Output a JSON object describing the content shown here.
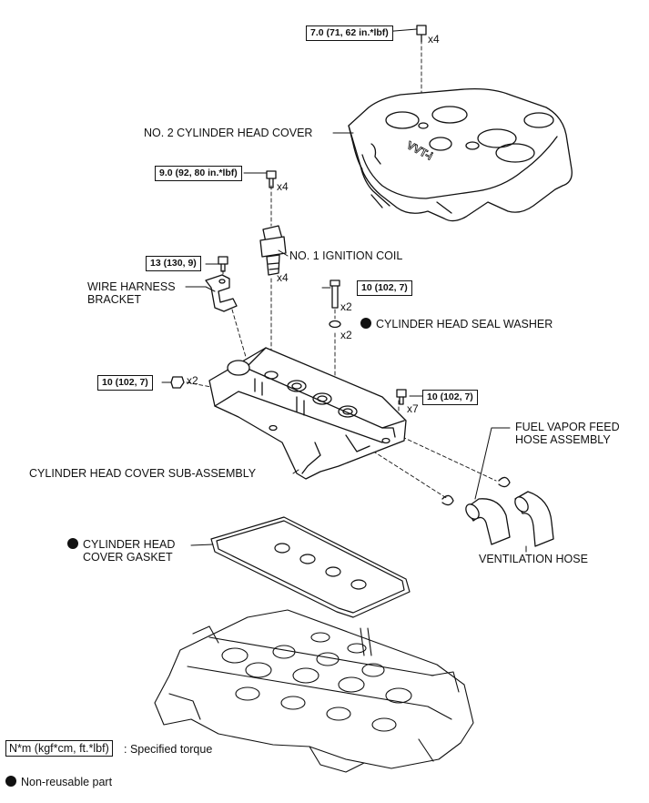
{
  "labels": {
    "cover2": "NO. 2 CYLINDER HEAD COVER",
    "coil": "NO. 1 IGNITION COIL",
    "bracket_line1": "WIRE HARNESS",
    "bracket_line2": "BRACKET",
    "seal_washer": "CYLINDER HEAD SEAL WASHER",
    "cover_sub": "CYLINDER HEAD COVER SUB-ASSEMBLY",
    "fuel_line1": "FUEL VAPOR FEED",
    "fuel_line2": "HOSE ASSEMBLY",
    "gasket_line1": "CYLINDER HEAD",
    "gasket_line2": "COVER GASKET",
    "ventilation": "VENTILATION HOSE",
    "emblem": "VVT-i"
  },
  "torques": {
    "cover2_bolt": "7.0 (71, 62 in.*lbf)",
    "coil_bolt": "9.0 (92, 80 in.*lbf)",
    "bracket_bolt": "13 (130, 9)",
    "stud_right": "10 (102, 7)",
    "nut_left": "10 (102, 7)",
    "bolt_right": "10 (102, 7)"
  },
  "quantities": {
    "cover2_bolt": "x4",
    "coil_bolt": "x4",
    "coil": "x4",
    "stud": "x2",
    "washer": "x2",
    "nut_left": "x2",
    "bolt_right": "x7"
  },
  "legend": {
    "torque_unit": "N*m (kgf*cm, ft.*lbf)",
    "torque_desc": ": Specified torque",
    "nonreusable": "Non-reusable part"
  }
}
